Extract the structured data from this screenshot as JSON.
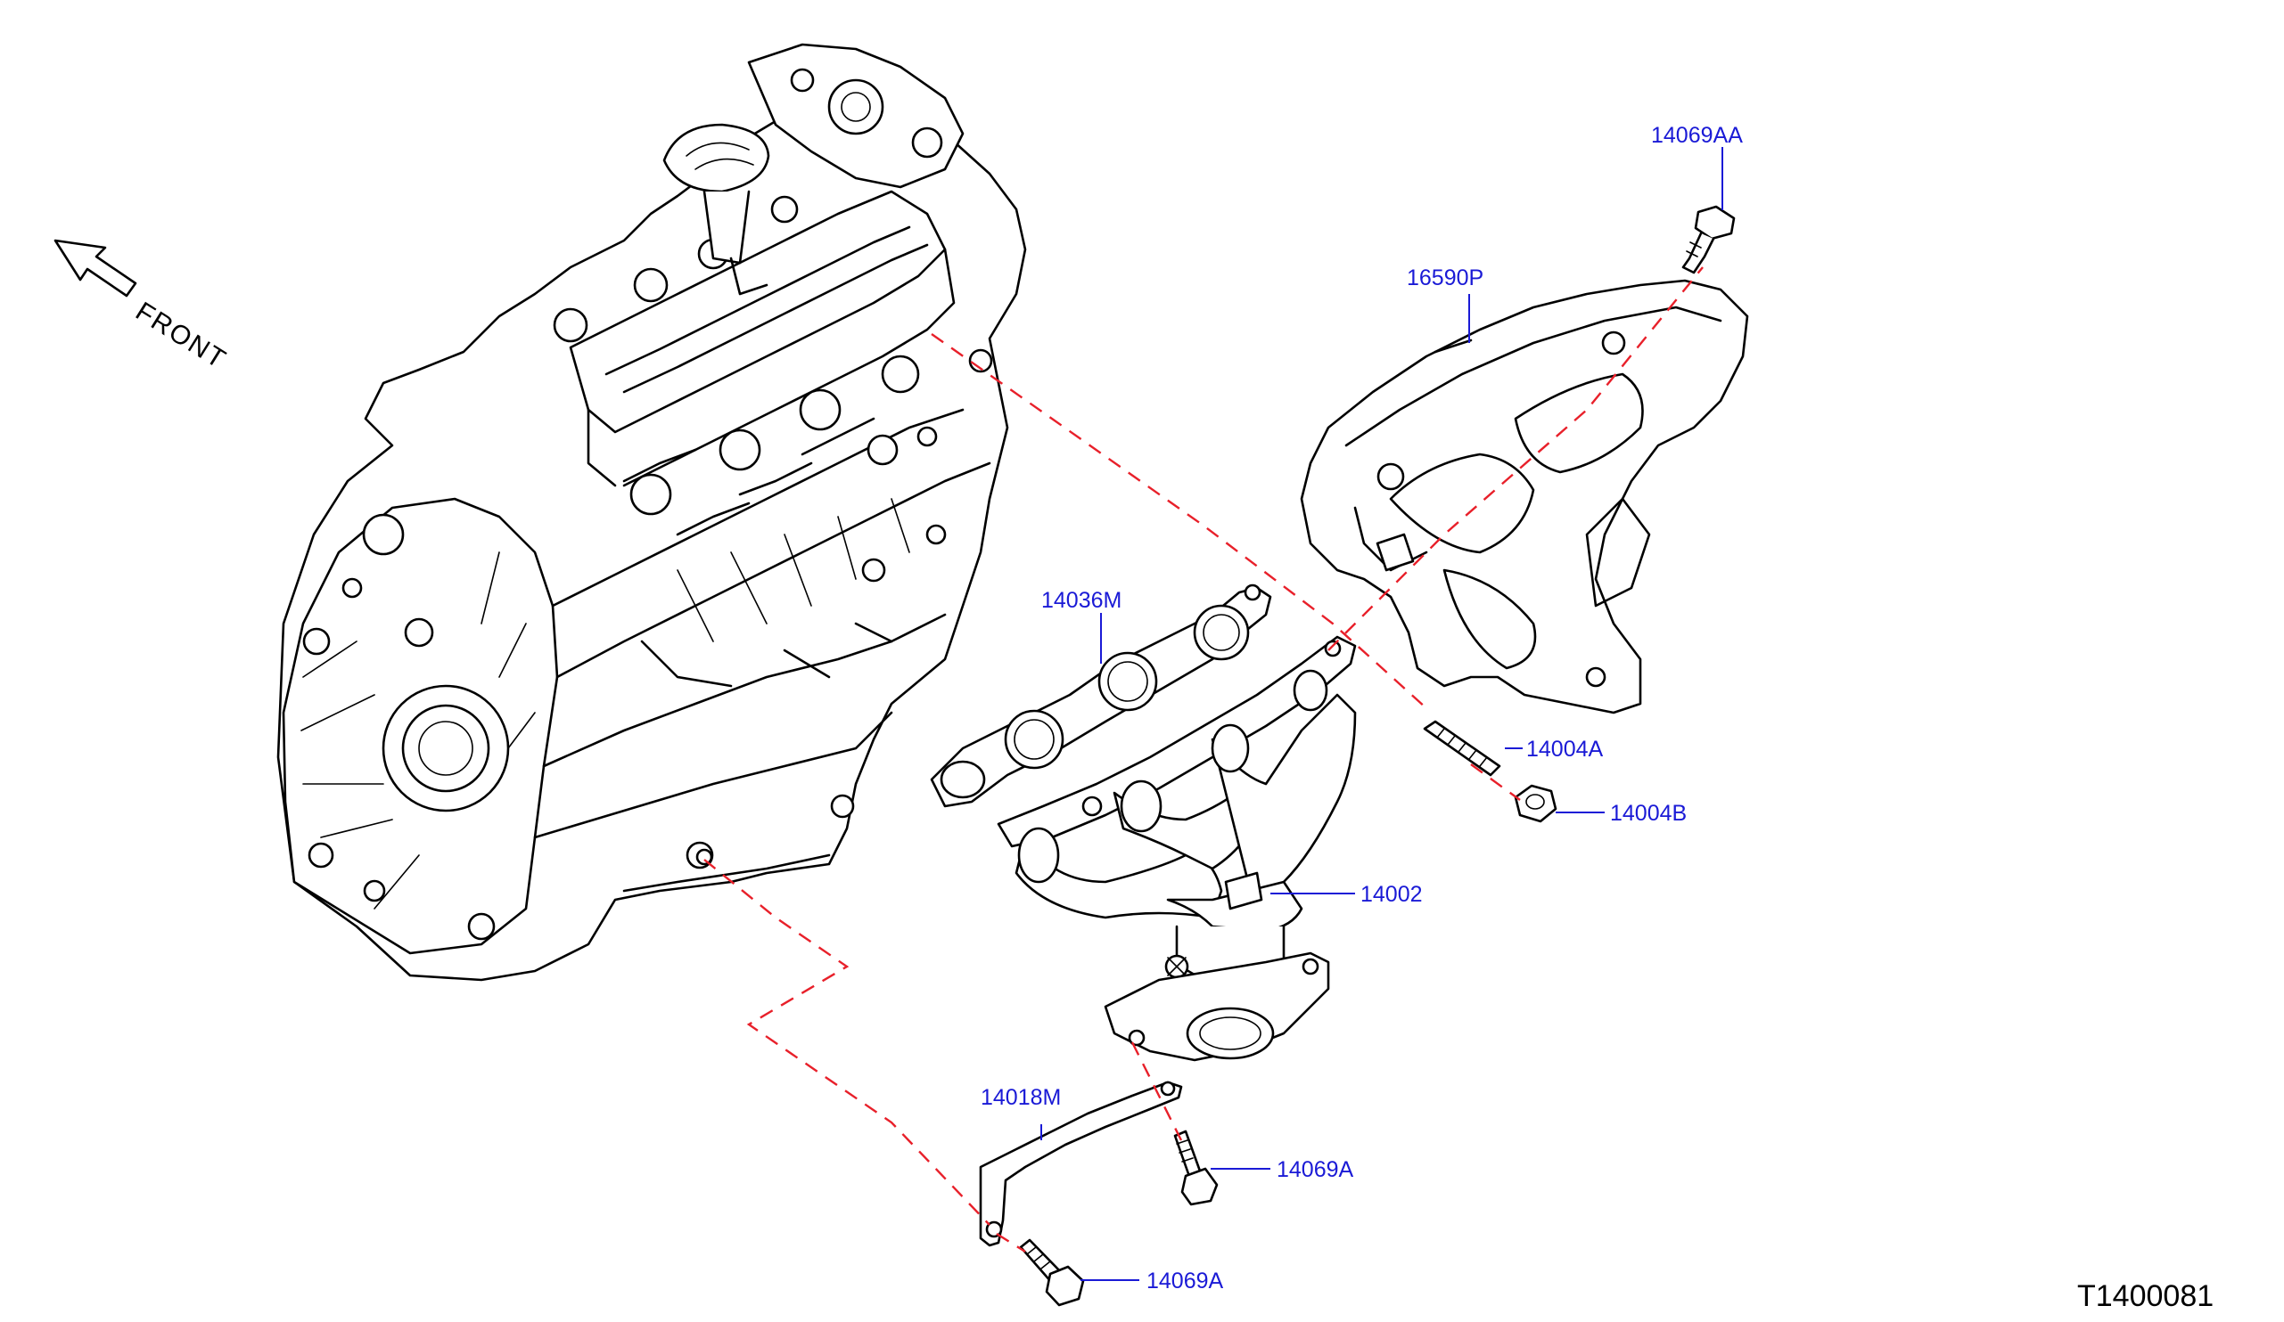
{
  "diagram": {
    "reference_code": "T1400081",
    "front_label": "FRONT",
    "colors": {
      "label": "#1a1ad6",
      "leader": "#1a1ad6",
      "dashed_line": "#e8202a",
      "line_art": "#000000",
      "background": "#ffffff"
    },
    "callouts": [
      {
        "part_number": "14069AA",
        "part": "heat-insulator-bolt"
      },
      {
        "part_number": "16590P",
        "part": "exhaust-manifold-heat-insulator"
      },
      {
        "part_number": "14036M",
        "part": "exhaust-manifold-gasket"
      },
      {
        "part_number": "14004A",
        "part": "exhaust-manifold-stud"
      },
      {
        "part_number": "14004B",
        "part": "exhaust-manifold-nut"
      },
      {
        "part_number": "14002",
        "part": "exhaust-manifold"
      },
      {
        "part_number": "14018M",
        "part": "manifold-support-bracket"
      },
      {
        "part_number": "14069A",
        "part": "bracket-upper-bolt"
      },
      {
        "part_number": "14069A",
        "part": "bracket-lower-bolt"
      }
    ]
  }
}
